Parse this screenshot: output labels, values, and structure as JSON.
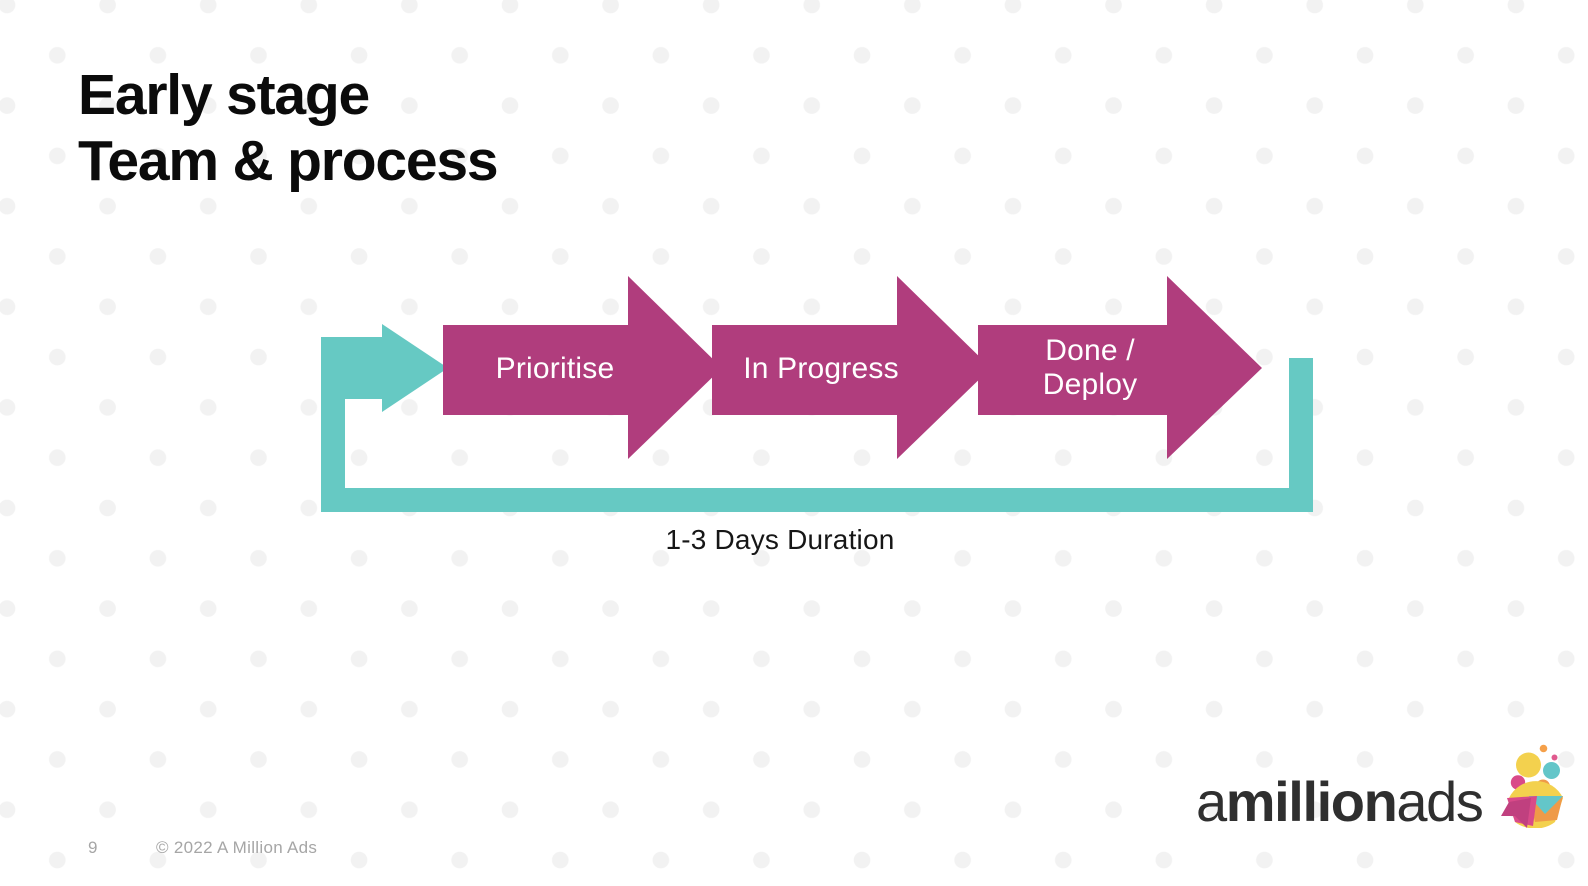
{
  "slide": {
    "title_line1": "Early stage",
    "title_line2": "Team & process"
  },
  "diagram": {
    "caption": "1-3 Days Duration",
    "stages": [
      {
        "label": "Prioritise"
      },
      {
        "label": "In Progress"
      },
      {
        "label": "Done /",
        "label2": "Deploy"
      }
    ],
    "colors": {
      "stage_fill": "#b03d7d",
      "loop_stroke": "#66c9c3",
      "label_text": "#ffffff"
    }
  },
  "footer": {
    "page_number": "9",
    "copyright": "© 2022 A Million Ads"
  },
  "logo": {
    "text_part1": "a",
    "text_part2": "million",
    "text_part3": "ads"
  },
  "theme": {
    "background": "#ffffff",
    "dot_color": "#f2f2f2",
    "title_color": "#0b0b0b",
    "footer_color": "#a6a6a6"
  }
}
